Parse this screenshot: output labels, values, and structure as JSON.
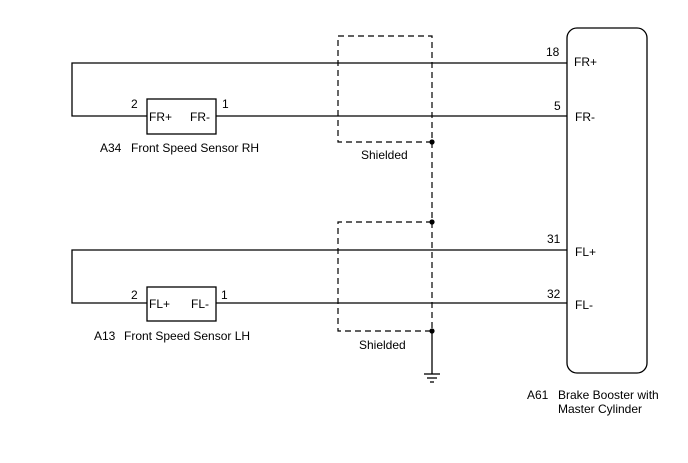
{
  "sensor_rh": {
    "code": "A34",
    "name": "Front Speed Sensor RH",
    "pin_plus_label": "FR+",
    "pin_minus_label": "FR-",
    "pin_plus_num": "2",
    "pin_minus_num": "1"
  },
  "sensor_lh": {
    "code": "A13",
    "name": "Front Speed Sensor LH",
    "pin_plus_label": "FL+",
    "pin_minus_label": "FL-",
    "pin_plus_num": "2",
    "pin_minus_num": "1"
  },
  "booster": {
    "code": "A61",
    "name_line1": "Brake Booster with",
    "name_line2": "Master Cylinder",
    "pins": [
      {
        "num": "18",
        "label": "FR+"
      },
      {
        "num": "5",
        "label": "FR-"
      },
      {
        "num": "31",
        "label": "FL+"
      },
      {
        "num": "32",
        "label": "FL-"
      }
    ]
  },
  "shield_label_top": "Shielded",
  "shield_label_bottom": "Shielded"
}
